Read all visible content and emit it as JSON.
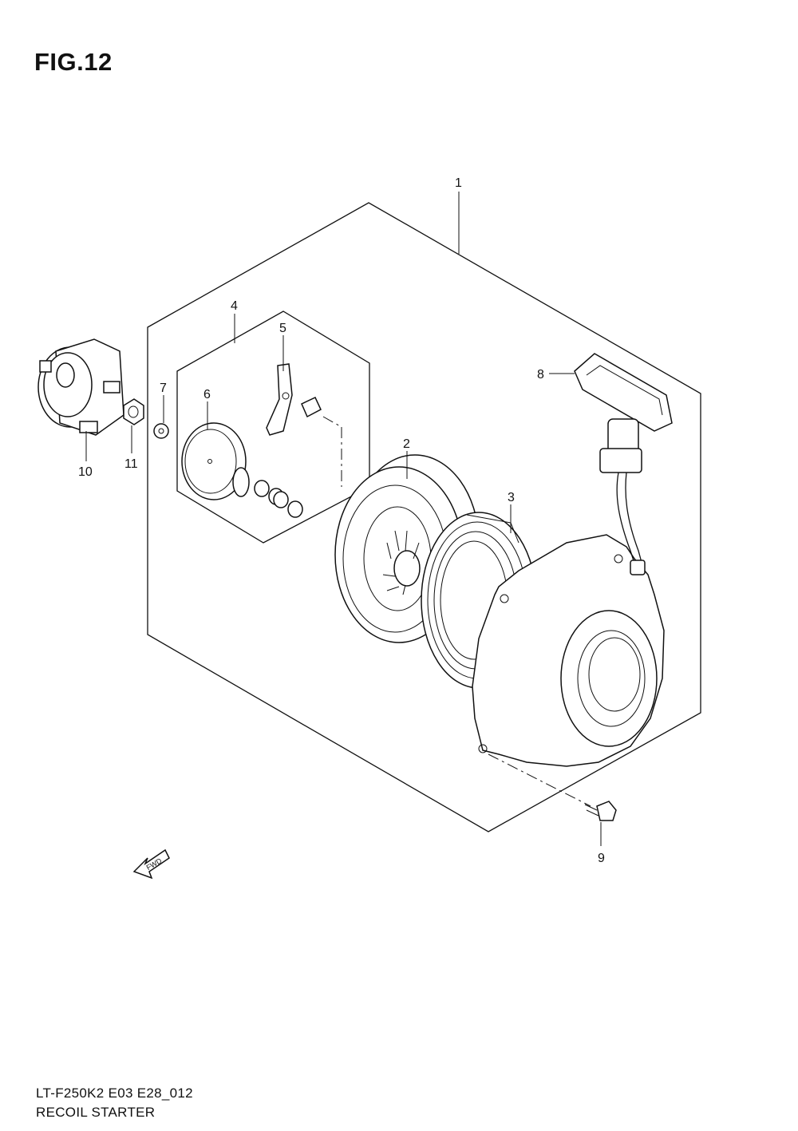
{
  "figure": {
    "title": "FIG.12",
    "model_code": "LT-F250K2 E03 E28_012",
    "name": "RECOIL STARTER"
  },
  "callouts": [
    "1",
    "2",
    "3",
    "4",
    "5",
    "6",
    "7",
    "8",
    "9",
    "10",
    "11"
  ],
  "fwd_label": "FWD",
  "colors": {
    "line": "#111111",
    "background": "#ffffff"
  }
}
